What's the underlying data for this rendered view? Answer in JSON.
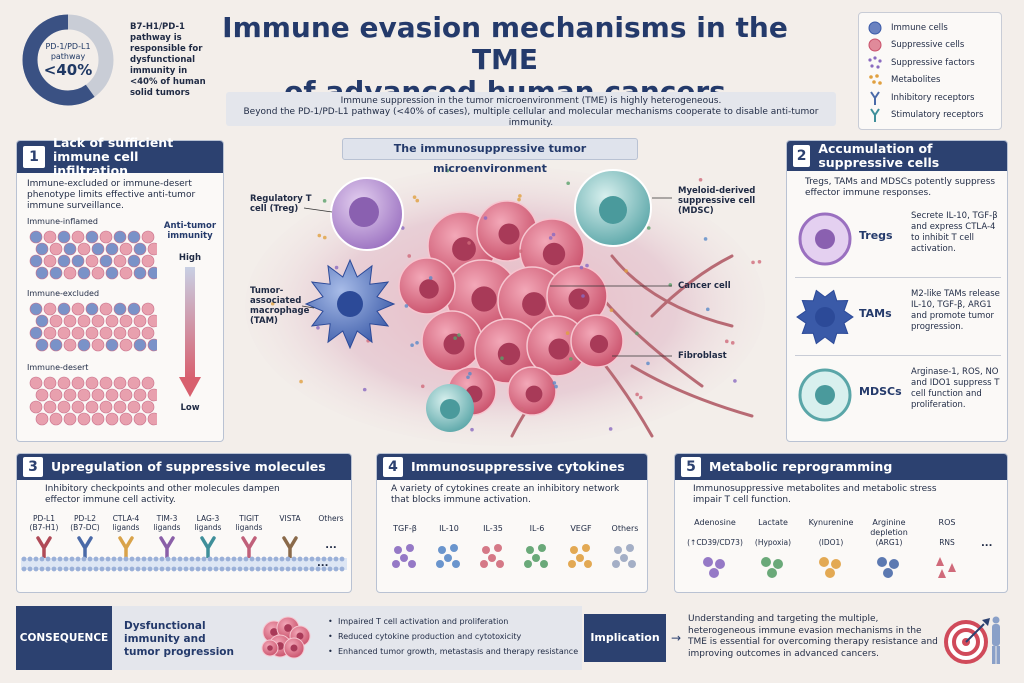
{
  "donut": {
    "label_line1": "PD-1/PD-L1",
    "label_line2": "pathway",
    "value": "<40%",
    "fraction": 0.4,
    "caption": [
      "B7-H1/PD-1",
      "pathway is",
      "responsible for",
      "dysfunctional",
      "immunity in",
      "<40% of human",
      "solid tumors"
    ]
  },
  "title": {
    "line1": "Immune evasion mechanisms in the TME",
    "line2": "of advanced human cancers"
  },
  "subtitle": {
    "line1": "Immune suppression in the tumor microenvironment (TME) is highly heterogeneous.",
    "line2": "Beyond the PD-1/PD-L1 pathway (<40% of cases), multiple cellular and molecular mechanisms cooperate to disable anti-tumor immunity."
  },
  "legend": [
    {
      "label": "Immune cells",
      "icon": "immune-cell-icon"
    },
    {
      "label": "Suppressive cells",
      "icon": "suppressive-cell-icon"
    },
    {
      "label": "Suppressive factors",
      "icon": "suppressive-factor-icon"
    },
    {
      "label": "Metabolites",
      "icon": "metabolite-icon"
    },
    {
      "label": "Inhibitory receptors",
      "icon": "inhibitory-receptor-icon"
    },
    {
      "label": "Stimulatory receptors",
      "icon": "stimulatory-receptor-icon"
    }
  ],
  "panel1": {
    "num": "1",
    "title": "Lack of sufficient immune cell infiltration",
    "desc": "Immune-excluded or immune-desert phenotype limits effective anti-tumor immune surveillance.",
    "rows": [
      "Immune-inflamed",
      "Immune-excluded",
      "Immune-desert"
    ],
    "scale_title": "Anti-tumor immunity",
    "high": "High",
    "low": "Low"
  },
  "center": {
    "title": "The immunosuppressive tumor microenvironment",
    "labels": {
      "treg": "Regulatory T cell (Treg)",
      "mdsc": "Myeloid-derived suppressive cell (MDSC)",
      "tam": "Tumor-associated macrophage (TAM)",
      "cancer": "Cancer cell",
      "fibroblast": "Fibroblast"
    }
  },
  "panel2": {
    "num": "2",
    "title": "Accumulation of suppressive cells",
    "desc": "Tregs, TAMs and MDSCs potently suppress effector immune responses.",
    "items": [
      {
        "name": "Tregs",
        "text": "Secrete IL-10, TGF-β and express CTLA-4 to inhibit T cell activation."
      },
      {
        "name": "TAMs",
        "text": "M2-like TAMs release IL-10, TGF-β, ARG1 and promote tumor progression."
      },
      {
        "name": "MDSCs",
        "text": "Arginase-1, ROS, NO and IDO1 suppress T cell function and proliferation."
      }
    ]
  },
  "panel3": {
    "num": "3",
    "title": "Upregulation of suppressive molecules",
    "desc": "Inhibitory checkpoints and other molecules dampen effector immune cell activity.",
    "molecules": [
      {
        "name": "PD-L1",
        "sub": "(B7-H1)",
        "color": "#b04a57"
      },
      {
        "name": "PD-L2",
        "sub": "(B7-DC)",
        "color": "#4a6aa8"
      },
      {
        "name": "CTLA-4",
        "sub": "ligands",
        "color": "#d9a34a"
      },
      {
        "name": "TIM-3",
        "sub": "ligands",
        "color": "#8a5fa8"
      },
      {
        "name": "LAG-3",
        "sub": "ligands",
        "color": "#3f8f9a"
      },
      {
        "name": "TIGIT",
        "sub": "ligands",
        "color": "#c0607a"
      },
      {
        "name": "VISTA",
        "sub": "",
        "color": "#8a6a4a"
      },
      {
        "name": "Others",
        "sub": "",
        "color": "#555"
      }
    ],
    "dots": "..."
  },
  "panel4": {
    "num": "4",
    "title": "Immunosuppressive cytokines",
    "desc": "A variety of cytokines create an inhibitory network that blocks immune activation.",
    "cytokines": [
      {
        "name": "TGF-β",
        "color": "#8a6ac0"
      },
      {
        "name": "IL-10",
        "color": "#5a8ac8"
      },
      {
        "name": "IL-35",
        "color": "#d06a7a"
      },
      {
        "name": "IL-6",
        "color": "#5aa06a"
      },
      {
        "name": "VEGF",
        "color": "#e0a040"
      },
      {
        "name": "Others",
        "color": "#9aa6c0"
      }
    ]
  },
  "panel5": {
    "num": "5",
    "title": "Metabolic reprogramming",
    "desc": "Immunosuppressive metabolites and metabolic stress impair T cell function.",
    "metabolites": [
      {
        "name": "Adenosine",
        "sub": "(↑CD39/CD73)",
        "color": "#8a6ac0"
      },
      {
        "name": "Lactate",
        "sub": "(Hypoxia)",
        "color": "#5aa06a"
      },
      {
        "name": "Kynurenine",
        "sub": "(IDO1)",
        "color": "#e0a040"
      },
      {
        "name": "Arginine depletion",
        "sub": "(ARG1)",
        "color": "#4a6aa8"
      },
      {
        "name": "ROS",
        "sub": "RNS",
        "color": "#d06a7a"
      }
    ],
    "dots": "..."
  },
  "bottom": {
    "consequence": "CONSEQUENCE",
    "dysfunction": "Dysfunctional immunity and tumor progression",
    "bullets": [
      "Impaired T cell activation and proliferation",
      "Reduced cytokine production and cytotoxicity",
      "Enhanced tumor growth, metastasis and therapy resistance"
    ],
    "implication": "Implication",
    "implication_text": "Understanding and targeting the multiple, heterogeneous immune evasion mechanisms in the TME is essential for overcoming therapy resistance and improving outcomes in advanced cancers."
  }
}
